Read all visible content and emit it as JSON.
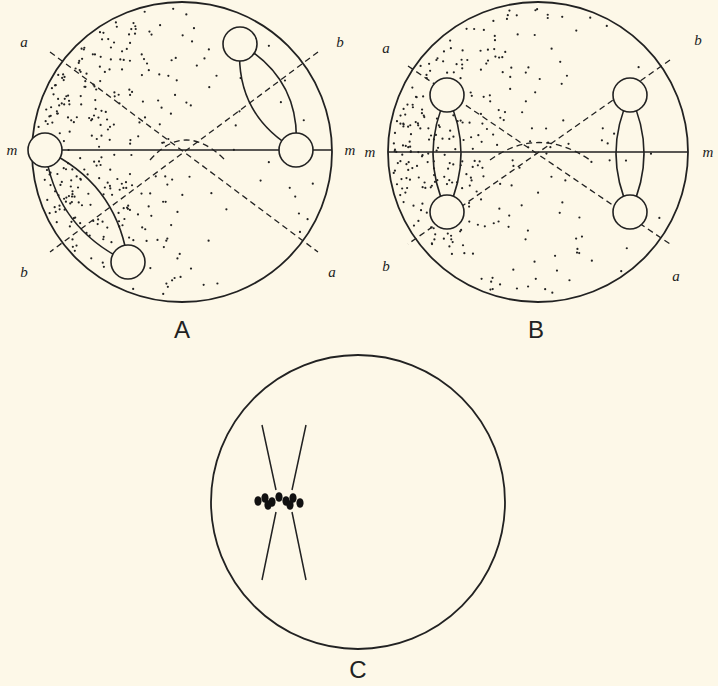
{
  "diagram": {
    "labels": [
      "a",
      "b",
      "m",
      "m",
      "b",
      "a",
      "a",
      "b",
      "m",
      "m",
      "b",
      "a",
      "A",
      "B",
      "C"
    ]
  }
}
